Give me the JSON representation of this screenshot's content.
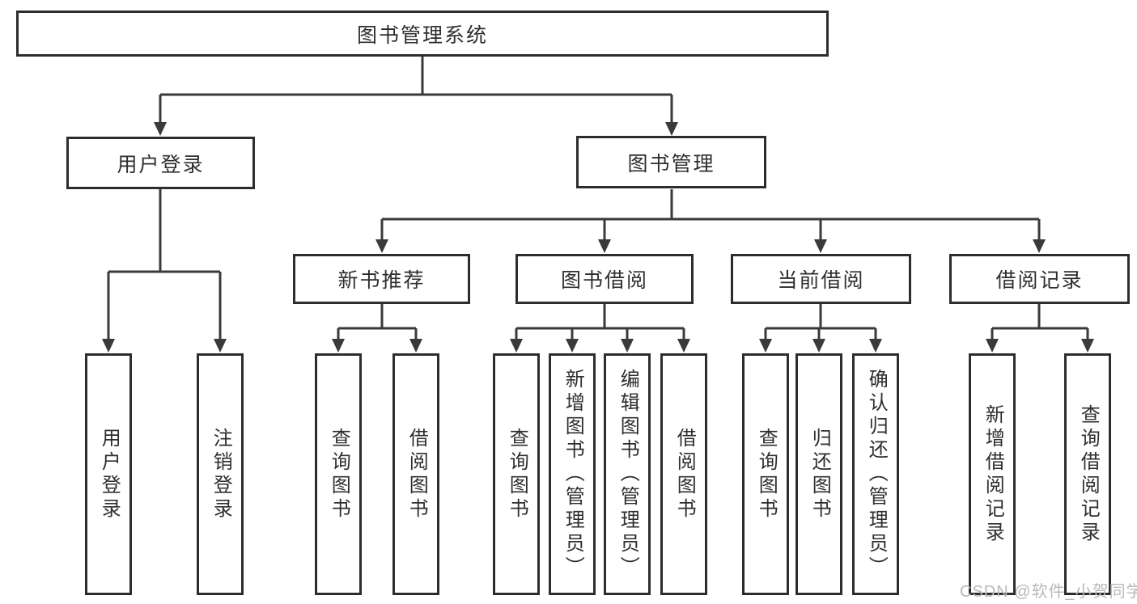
{
  "diagram": {
    "root": "图书管理系统",
    "login_branch": {
      "label": "用户登录",
      "children": [
        "用户登录",
        "注销登录"
      ]
    },
    "mgmt_branch": {
      "label": "图书管理",
      "groups": [
        {
          "label": "新书推荐",
          "children": [
            "查询图书",
            "借阅图书"
          ]
        },
        {
          "label": "图书借阅",
          "children": [
            "查询图书",
            "新增图书（管理员）",
            "编辑图书（管理员）",
            "借阅图书"
          ]
        },
        {
          "label": "当前借阅",
          "children": [
            "查询图书",
            "归还图书",
            "确认归还（管理员）"
          ]
        },
        {
          "label": "借阅记录",
          "children": [
            "新增借阅记录",
            "查询借阅记录"
          ]
        }
      ]
    },
    "watermark": "CSDN @软件_小贺同学"
  },
  "colors": {
    "background": "#ffffff",
    "line": "#3a3a3a",
    "box_border": "#2d2d2d",
    "text": "#2e2e2e",
    "watermark": "#b9b9b9"
  }
}
